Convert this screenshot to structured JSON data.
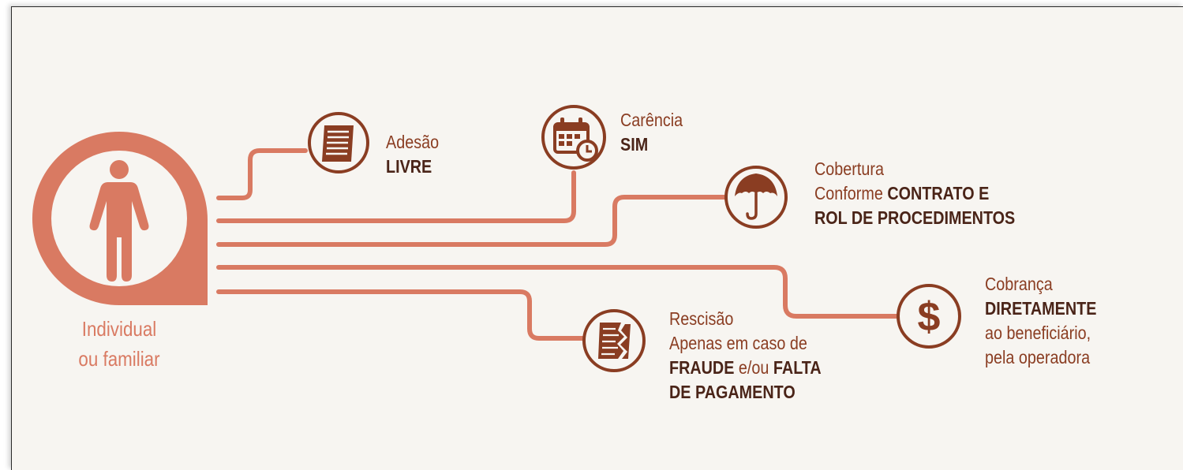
{
  "colors": {
    "accent": "#d97a62",
    "icon_brown": "#8a3d22",
    "dark_text": "#4a2418",
    "background": "#f7f5f1"
  },
  "person": {
    "icon": "person-icon",
    "label_line1": "Individual",
    "label_line2": "ou familiar"
  },
  "nodes": {
    "adesao": {
      "icon": "document-icon",
      "label": "Adesão",
      "value": "LIVRE"
    },
    "carencia": {
      "icon": "calendar-clock-icon",
      "label": "Carência",
      "value": "SIM"
    },
    "cobertura": {
      "icon": "umbrella-icon",
      "label": "Cobertura",
      "line2_normal": "Conforme ",
      "line2_bold": "CONTRATO E",
      "line3_bold": "ROL DE PROCEDIMENTOS"
    },
    "cobranca": {
      "icon": "dollar-icon",
      "label": "Cobrança",
      "value": "DIRETAMENTE",
      "line3": "ao beneficiário,",
      "line4": "pela operadora"
    },
    "rescisao": {
      "icon": "torn-document-icon",
      "label": "Rescisão",
      "line2": "Apenas em caso de",
      "line3_bold_a": "FRAUDE",
      "line3_normal": " e/ou ",
      "line3_bold_b": "FALTA",
      "line4_bold": "DE PAGAMENTO"
    }
  }
}
